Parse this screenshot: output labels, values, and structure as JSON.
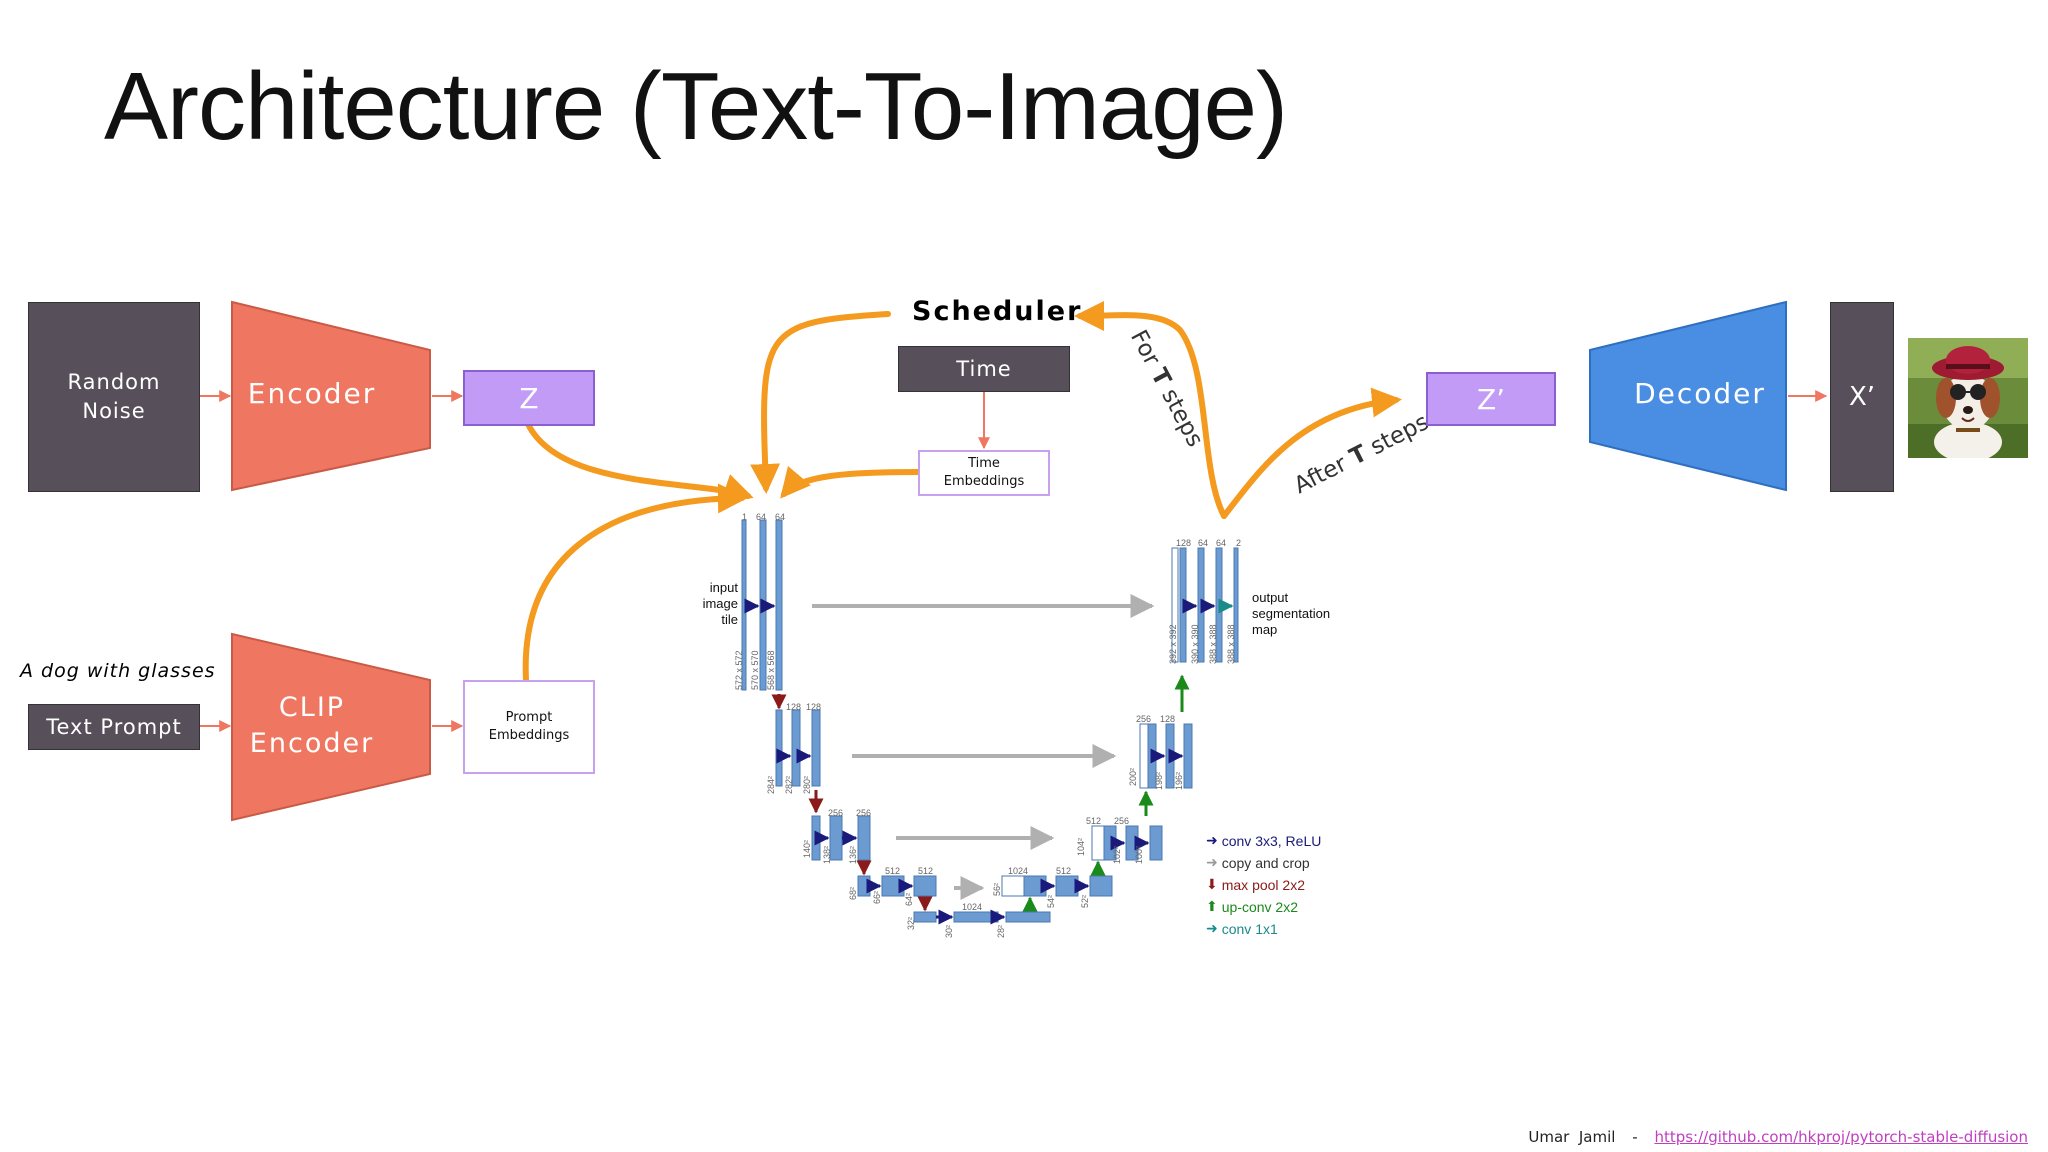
{
  "slide": {
    "title": "Architecture (Text-To-Image)"
  },
  "nodes": {
    "random_noise": "Random\nNoise",
    "encoder": "Encoder",
    "z": "Z",
    "scheduler": "Scheduler",
    "time": "Time",
    "time_embeddings": "Time\nEmbeddings",
    "z_prime": "Z’",
    "decoder": "Decoder",
    "x_prime": "X’",
    "prompt_example": "A dog with glasses",
    "text_prompt": "Text Prompt",
    "clip_encoder": "CLIP\nEncoder",
    "prompt_embeddings": "Prompt\nEmbeddings"
  },
  "arrows": {
    "for_t_steps_pre": "For ",
    "for_t_steps_bold": "T",
    "for_t_steps_post": " steps",
    "after_t_steps_pre": "After ",
    "after_t_steps_bold": "T",
    "after_t_steps_post": " steps"
  },
  "unet": {
    "input_label": "input\nimage\ntile",
    "output_label": "output\nsegmentation\nmap",
    "ch_in": [
      "1",
      "64",
      "64"
    ],
    "ch_l2": [
      "128",
      "128"
    ],
    "ch_l3": [
      "256",
      "256"
    ],
    "ch_l4": [
      "512",
      "512"
    ],
    "ch_bottom": "1024",
    "ch_u4": [
      "1024",
      "512"
    ],
    "ch_u3": [
      "512",
      "256"
    ],
    "ch_u2": [
      "256",
      "128"
    ],
    "ch_out": [
      "128",
      "64",
      "64",
      "2"
    ],
    "dims_l1": [
      "572 x 572",
      "570 x 570",
      "568 x 568"
    ],
    "dims_l2": [
      "284²",
      "282²",
      "280²"
    ],
    "dims_l3": [
      "140²",
      "138²",
      "136²"
    ],
    "dims_l4": [
      "68²",
      "66²",
      "64²"
    ],
    "dims_l5": [
      "32²",
      "30²",
      "28²"
    ],
    "dims_u4": [
      "56²",
      "54²",
      "52²"
    ],
    "dims_u3": [
      "104²",
      "102²",
      "100²"
    ],
    "dims_u2": [
      "200²",
      "198²",
      "196²"
    ],
    "dims_u1": [
      "392 x 392",
      "390 x 390",
      "388 x 388",
      "388 x 388"
    ]
  },
  "legend": [
    {
      "label": "conv 3x3, ReLU",
      "color": "#1a1a7a",
      "icon": "arrow-right-icon"
    },
    {
      "label": "copy and crop",
      "color": "#9a9a9a",
      "icon": "arrow-right-icon"
    },
    {
      "label": "max pool 2x2",
      "color": "#8b1a1a",
      "icon": "arrow-down-icon"
    },
    {
      "label": "up-conv 2x2",
      "color": "#1a8a1a",
      "icon": "arrow-up-icon"
    },
    {
      "label": "conv 1x1",
      "color": "#1a8a8a",
      "icon": "arrow-right-icon"
    }
  ],
  "footer": {
    "author": "Umar  Jamil",
    "separator": "-",
    "link": "https://github.com/hkproj/pytorch-stable-diffusion"
  },
  "colors": {
    "dark": "#57505a",
    "orange_shape": "#ef7660",
    "blue_shape": "#4a90e2",
    "purple": "#c19bf5",
    "curve": "#f39a1f",
    "unet_block": "#6c9bd2"
  }
}
